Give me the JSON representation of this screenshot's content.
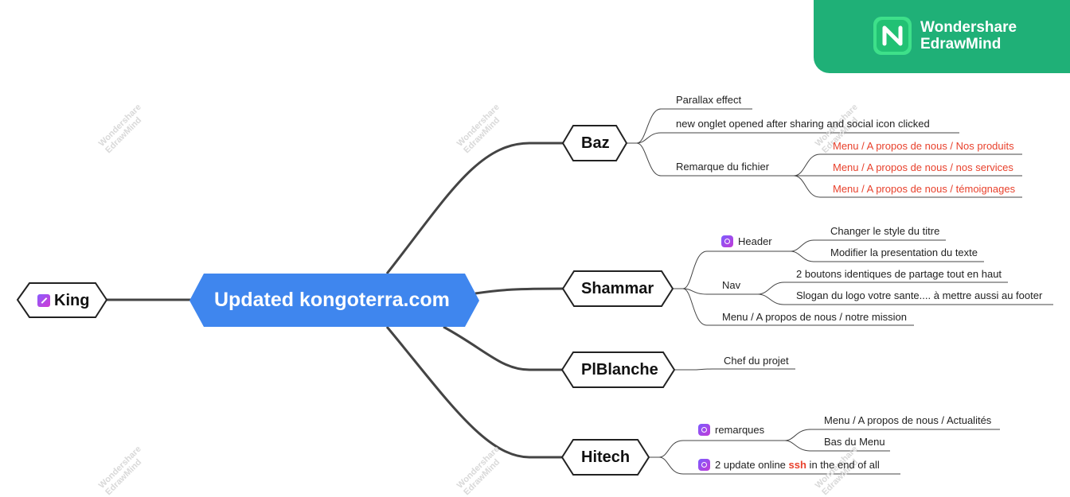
{
  "brand": {
    "line1": "Wondershare",
    "line2": "EdrawMind"
  },
  "watermark": {
    "line1": "Wondershare",
    "line2": "EdrawMind"
  },
  "colors": {
    "central": "#3f86ee",
    "brand": "#1fb077",
    "edge": "#444444",
    "red_text": "#e8412c"
  },
  "mindmap": {
    "central": "Updated kongoterra.com",
    "left": {
      "label": "King",
      "icon": "pen-icon"
    },
    "branches": {
      "baz": {
        "label": "Baz",
        "items": [
          "Parallax effect",
          "new onglet opened after sharing and social icon clicked",
          "Remarque du fichier"
        ],
        "remarque_children": [
          "Menu / A propos de nous / Nos produits",
          "Menu / A propos de nous / nos services",
          "Menu / A propos de nous / témoignages"
        ]
      },
      "shammar": {
        "label": "Shammar",
        "header": {
          "label": "Header",
          "icon": "badge-icon",
          "children": [
            "Changer le style du titre",
            "Modifier la presentation du texte"
          ]
        },
        "nav": {
          "label": "Nav",
          "children": [
            "2 boutons identiques de partage tout en haut",
            "Slogan du logo  votre sante.... à mettre aussi au footer"
          ]
        },
        "mission": "Menu / A propos de nous / notre mission"
      },
      "plblanche": {
        "label": "PlBlanche",
        "items": [
          "Chef du projet"
        ]
      },
      "hitech": {
        "label": "Hitech",
        "remarques": {
          "label": "remarques",
          "icon": "badge-icon",
          "children": [
            "Menu / A propos de nous / Actualités",
            "Bas du Menu"
          ]
        },
        "update": {
          "prefix": "2 update online ",
          "highlight": "ssh",
          "suffix": " in the end of all",
          "icon": "badge-icon"
        }
      }
    }
  }
}
